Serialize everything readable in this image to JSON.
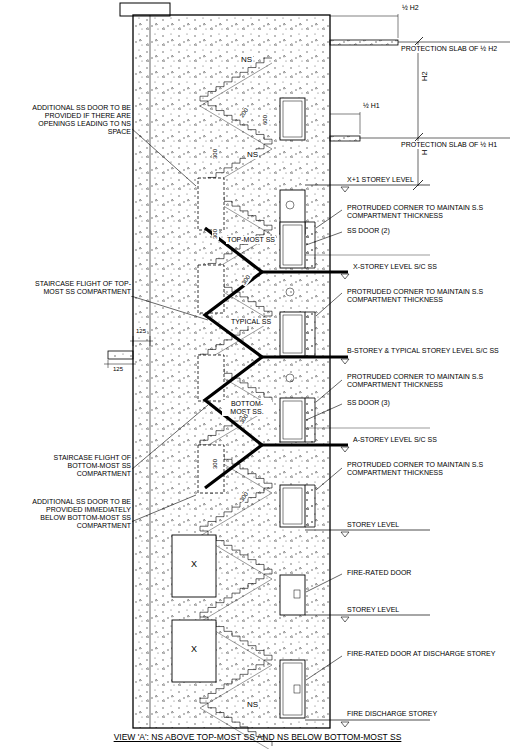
{
  "diagram": {
    "caption": "VIEW 'A': NS ABOVE TOP-MOST SS AND NS BELOW BOTTOM-MOST SS",
    "labels": [
      "½ H2",
      "H2",
      "PROTECTION SLAB OF ½ H2",
      "½ H1",
      "H1",
      "PROTECTION SLAB OF ½ H1",
      "NS",
      "200",
      "600",
      "NS",
      "ADDITIONAL SS DOOR TO BE PROVIDED IF THERE ARE OPENINGS LEADING TO NS SPACE",
      "300",
      "X+1 STOREY LEVEL",
      "PROTRUDED CORNER TO MAINTAIN S.S COMPARTMENT THICKNESS",
      "SS DOOR (2)",
      "300",
      "TOP-MOST SS",
      "X-STOREY LEVEL S/C SS",
      "STAIRCASE FLIGHT OF TOP-MOST SS COMPARTMENT",
      "300",
      "PROTRUDED CORNER TO MAINTAIN S.S COMPARTMENT THICKNESS",
      "TYPICAL SS",
      "125",
      "125",
      "B-STOREY & TYPICAL STOREY LEVEL S/C SS",
      "PROTRUDED CORNER TO MAINTAIN S.S COMPARTMENT THICKNESS",
      "BOTTOM-MOST SS.",
      "SS DOOR (3)",
      "300",
      "A-STOREY LEVEL S/C SS",
      "STAIRCASE FLIGHT OF BOTTOM-MOST SS COMPARTMENT",
      "300",
      "PROTRUDED CORNER TO MAINTAIN S.S COMPARTMENT THICKNESS",
      "300",
      "ADDITIONAL SS DOOR TO BE PROVIDED IMMEDIATELY BELOW BOTTOM-MOST SS COMPARTMENT",
      "STOREY LEVEL",
      "X",
      "FIRE-RATED DOOR",
      "STOREY LEVEL",
      "X",
      "NS",
      "FIRE-RATED DOOR AT DISCHARGE STOREY",
      "FIRE DISCHARGE STOREY"
    ]
  }
}
